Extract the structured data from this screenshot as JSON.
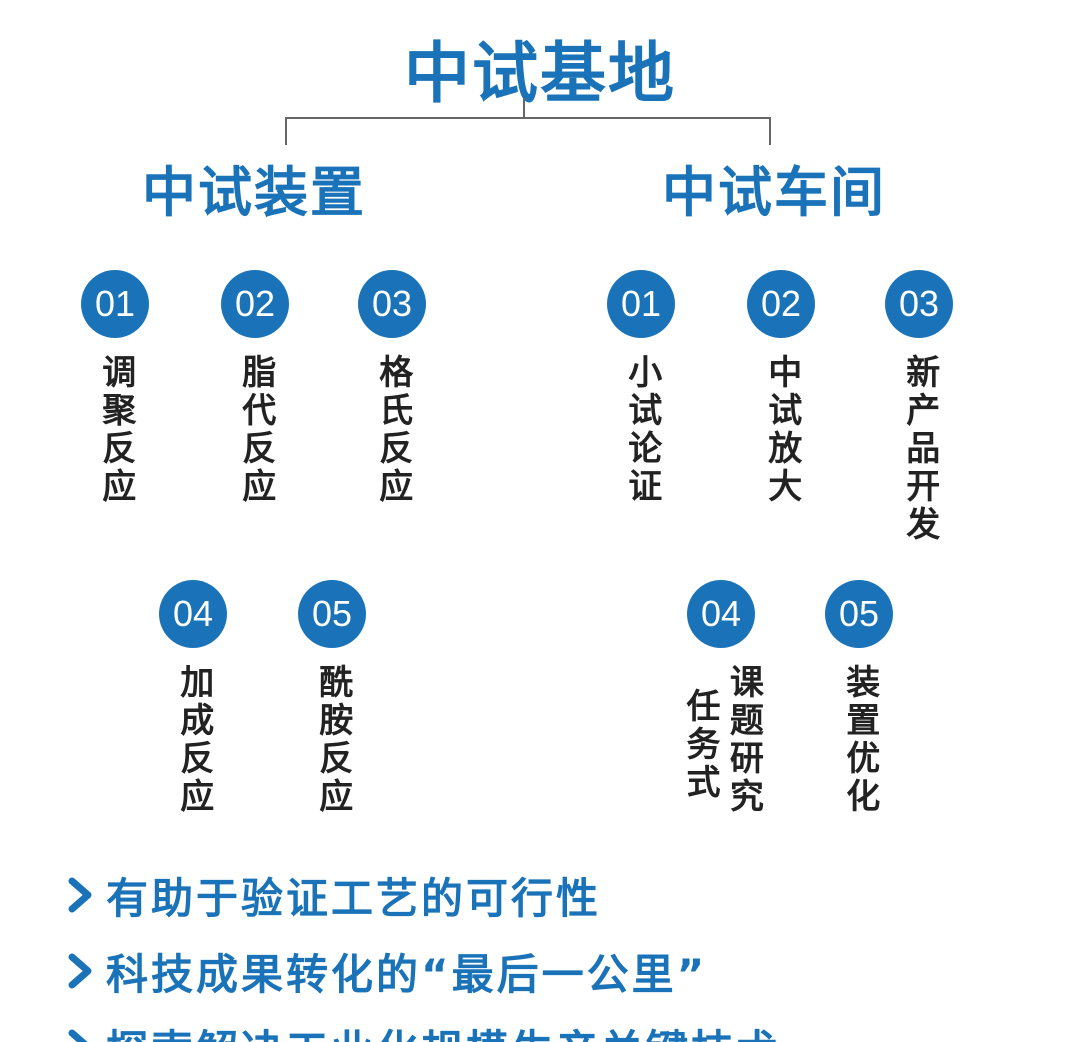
{
  "title": "中试基地",
  "branches": {
    "left": {
      "title": "中试装置",
      "items": [
        {
          "num": "01",
          "label": "调聚反应"
        },
        {
          "num": "02",
          "label": "脂代反应"
        },
        {
          "num": "03",
          "label": "格氏反应"
        },
        {
          "num": "04",
          "label": "加成反应"
        },
        {
          "num": "05",
          "label": "酰胺反应"
        }
      ]
    },
    "right": {
      "title": "中试车间",
      "items": [
        {
          "num": "01",
          "label": "小试论证"
        },
        {
          "num": "02",
          "label": "中试放大"
        },
        {
          "num": "03",
          "label": "新产品开发"
        },
        {
          "num": "04",
          "label_col1": "课题研究",
          "label_col2": "任务式"
        },
        {
          "num": "05",
          "label": "装置优化"
        }
      ]
    }
  },
  "bullets": [
    "有助于验证工艺的可行性",
    "科技成果转化的“最后一公里”",
    "探索解决工业化规模生产关键技术"
  ],
  "colors": {
    "accent": "#1a73b8",
    "text": "#222222",
    "connector": "#666666"
  },
  "icons": {
    "bullet": "chevron-right-icon"
  }
}
